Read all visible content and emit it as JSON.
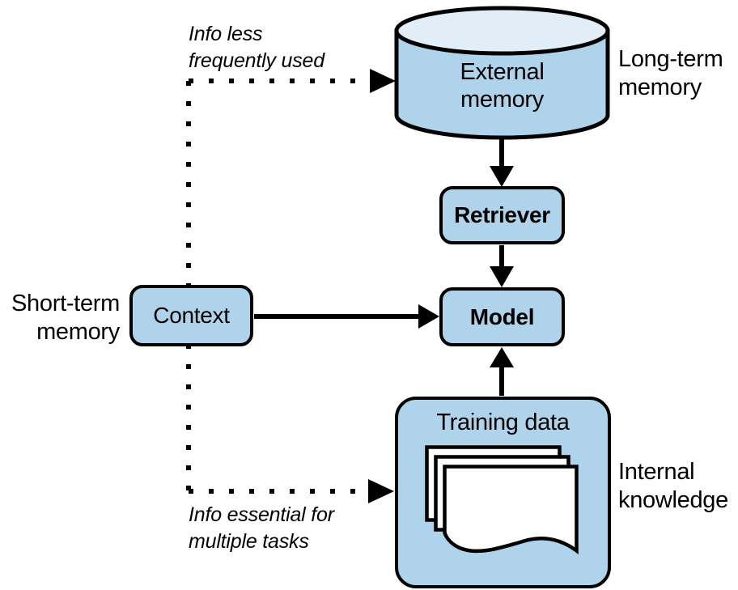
{
  "colors": {
    "node_fill": "#AFD3EA",
    "cylinder_top": "#E2EEF7",
    "stroke": "#000000",
    "background": "#FFFFFF",
    "text": "#000000"
  },
  "nodes": {
    "external_memory": {
      "line1": "External",
      "line2": "memory"
    },
    "retriever": {
      "label": "Retriever"
    },
    "model": {
      "label": "Model"
    },
    "context": {
      "label": "Context"
    },
    "training_data": {
      "label": "Training data"
    }
  },
  "side_labels": {
    "long_term": {
      "line1": "Long-term",
      "line2": "memory"
    },
    "short_term": {
      "line1": "Short-term",
      "line2": "memory"
    },
    "internal_knowledge": {
      "line1": "Internal",
      "line2": "knowledge"
    }
  },
  "annotations": {
    "info_less": {
      "line1": "Info less",
      "line2": "frequently used"
    },
    "info_essential": {
      "line1": "Info essential for",
      "line2": "multiple tasks"
    }
  },
  "icons": {
    "database": "database-cylinder-icon",
    "documents": "document-stack-icon"
  }
}
